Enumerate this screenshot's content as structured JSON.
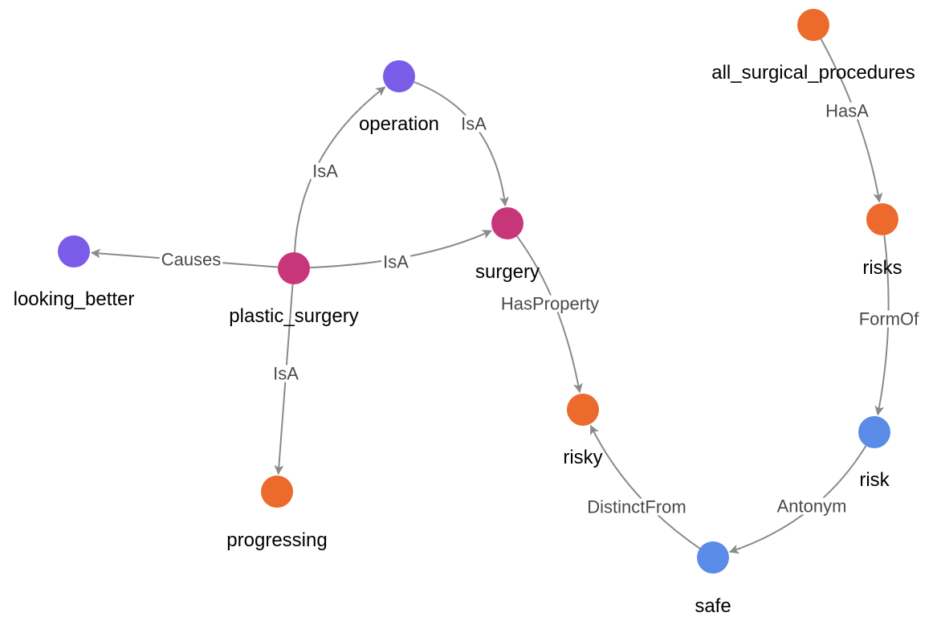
{
  "colors": {
    "purple": "#7B5CE8",
    "magenta": "#C8367A",
    "orange": "#EB6A2C",
    "blue": "#5A8BE6",
    "edge": "#8a8a8a"
  },
  "nodes": [
    {
      "id": "operation",
      "label": "operation",
      "color": "purple"
    },
    {
      "id": "looking_better",
      "label": "looking_better",
      "color": "purple"
    },
    {
      "id": "plastic_surgery",
      "label": "plastic_surgery",
      "color": "magenta"
    },
    {
      "id": "surgery",
      "label": "surgery",
      "color": "magenta"
    },
    {
      "id": "progressing",
      "label": "progressing",
      "color": "orange"
    },
    {
      "id": "risky",
      "label": "risky",
      "color": "orange"
    },
    {
      "id": "all_surgical_procedures",
      "label": "all_surgical_procedures",
      "color": "orange"
    },
    {
      "id": "risks",
      "label": "risks",
      "color": "orange"
    },
    {
      "id": "risk",
      "label": "risk",
      "color": "blue"
    },
    {
      "id": "safe",
      "label": "safe",
      "color": "blue"
    }
  ],
  "edges": [
    {
      "id": "e1",
      "from": "plastic_surgery",
      "to": "operation",
      "label": "IsA"
    },
    {
      "id": "e2",
      "from": "operation",
      "to": "surgery",
      "label": "IsA"
    },
    {
      "id": "e3",
      "from": "plastic_surgery",
      "to": "looking_better",
      "label": "Causes"
    },
    {
      "id": "e4",
      "from": "plastic_surgery",
      "to": "surgery",
      "label": "IsA"
    },
    {
      "id": "e5",
      "from": "plastic_surgery",
      "to": "progressing",
      "label": "IsA"
    },
    {
      "id": "e6",
      "from": "surgery",
      "to": "risky",
      "label": "HasProperty"
    },
    {
      "id": "e7",
      "from": "all_surgical_procedures",
      "to": "risks",
      "label": "HasA"
    },
    {
      "id": "e8",
      "from": "risks",
      "to": "risk",
      "label": "FormOf"
    },
    {
      "id": "e9",
      "from": "risk",
      "to": "safe",
      "label": "Antonym"
    },
    {
      "id": "e10",
      "from": "safe",
      "to": "risky",
      "label": "DistinctFrom"
    }
  ]
}
